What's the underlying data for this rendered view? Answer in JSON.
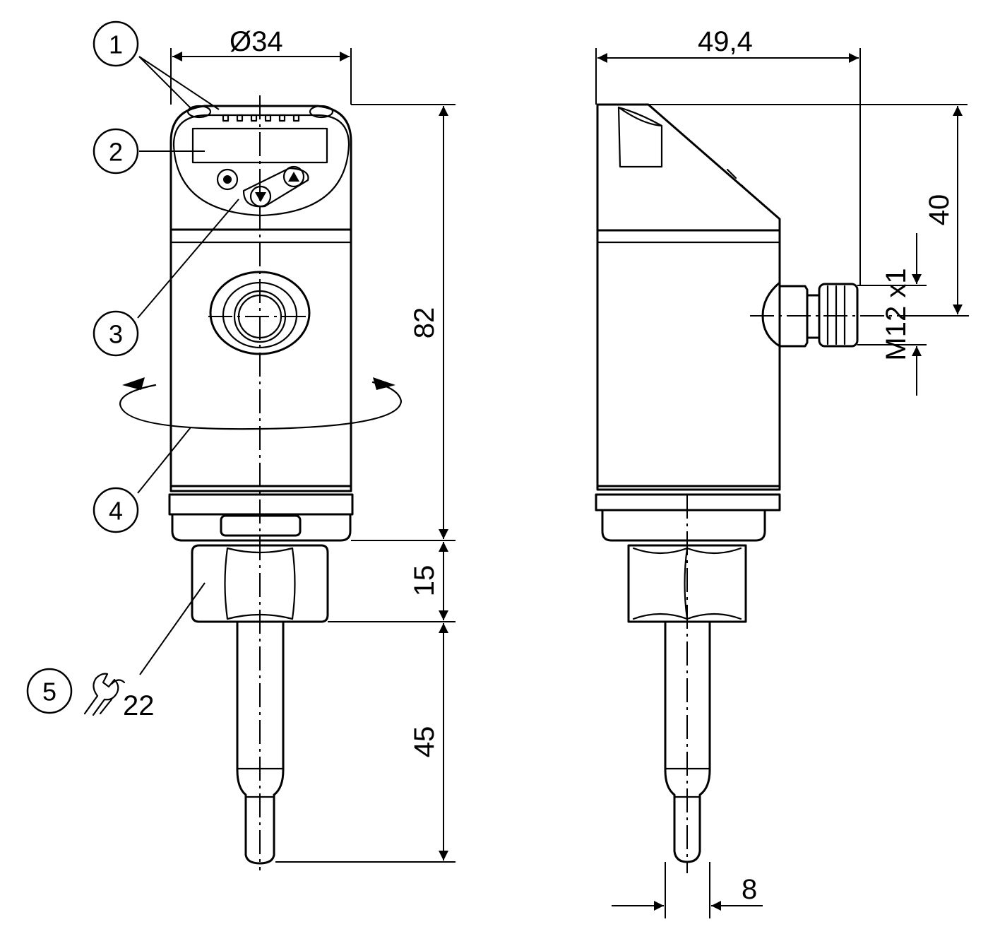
{
  "dimensions": {
    "diameter": "Ø34",
    "side_width": "49,4",
    "total_height": "82",
    "nut_height": "15",
    "probe_length": "45",
    "head_height": "40",
    "connector_thread": "M12 x1",
    "probe_diameter": "8"
  },
  "callouts": [
    {
      "number": "1"
    },
    {
      "number": "2"
    },
    {
      "number": "3"
    },
    {
      "number": "4"
    },
    {
      "number": "5"
    }
  ],
  "wrench_size": "22",
  "icons": {
    "wrench": "wrench-icon",
    "rotation": "rotation-arrow-icon"
  }
}
